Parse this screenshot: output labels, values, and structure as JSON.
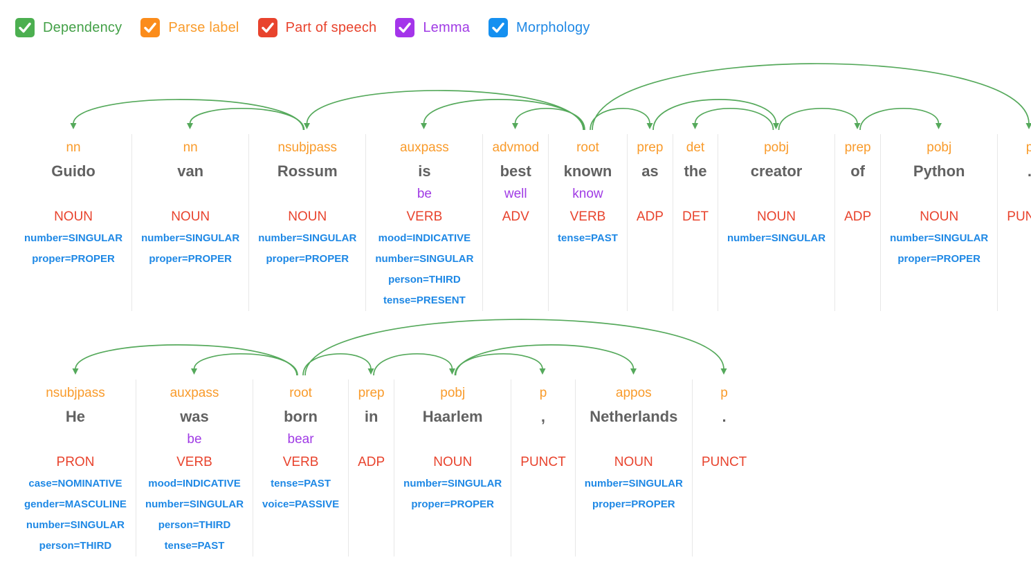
{
  "toggles": [
    {
      "label": "Dependency",
      "color": "#4CAF50",
      "text_color": "#43A047",
      "checked": true
    },
    {
      "label": "Parse label",
      "color": "#FB8C1B",
      "text_color": "#F99B2B",
      "checked": true
    },
    {
      "label": "Part of speech",
      "color": "#E8432D",
      "text_color": "#E8432D",
      "checked": true
    },
    {
      "label": "Lemma",
      "color": "#A435EA",
      "text_color": "#A03BE5",
      "checked": true
    },
    {
      "label": "Morphology",
      "color": "#1590F0",
      "text_color": "#1E88E5",
      "checked": true
    }
  ],
  "colors": {
    "arc": "#55A95B",
    "parse_label": "#F99B2B",
    "part_of_speech": "#E8432D",
    "lemma": "#A03BE5",
    "morphology": "#1E88E5",
    "word": "#616161",
    "separator": "#E7E7E7"
  },
  "sentences": [
    {
      "arc_area_height": 116,
      "tokens": [
        {
          "dep": "nn",
          "word": "Guido",
          "lemma": "",
          "pos": "NOUN",
          "morph": [
            "number=SINGULAR",
            "proper=PROPER"
          ]
        },
        {
          "dep": "nn",
          "word": "van",
          "lemma": "",
          "pos": "NOUN",
          "morph": [
            "number=SINGULAR",
            "proper=PROPER"
          ]
        },
        {
          "dep": "nsubjpass",
          "word": "Rossum",
          "lemma": "",
          "pos": "NOUN",
          "morph": [
            "number=SINGULAR",
            "proper=PROPER"
          ]
        },
        {
          "dep": "auxpass",
          "word": "is",
          "lemma": "be",
          "pos": "VERB",
          "morph": [
            "mood=INDICATIVE",
            "number=SINGULAR",
            "person=THIRD",
            "tense=PRESENT"
          ]
        },
        {
          "dep": "advmod",
          "word": "best",
          "lemma": "well",
          "pos": "ADV",
          "morph": []
        },
        {
          "dep": "root",
          "word": "known",
          "lemma": "know",
          "pos": "VERB",
          "morph": [
            "tense=PAST"
          ]
        },
        {
          "dep": "prep",
          "word": "as",
          "lemma": "",
          "pos": "ADP",
          "morph": []
        },
        {
          "dep": "det",
          "word": "the",
          "lemma": "",
          "pos": "DET",
          "morph": []
        },
        {
          "dep": "pobj",
          "word": "creator",
          "lemma": "",
          "pos": "NOUN",
          "morph": [
            "number=SINGULAR"
          ]
        },
        {
          "dep": "prep",
          "word": "of",
          "lemma": "",
          "pos": "ADP",
          "morph": []
        },
        {
          "dep": "pobj",
          "word": "Python",
          "lemma": "",
          "pos": "NOUN",
          "morph": [
            "number=SINGULAR",
            "proper=PROPER"
          ]
        },
        {
          "dep": "p",
          "word": ".",
          "lemma": "",
          "pos": "PUNCT",
          "morph": []
        }
      ],
      "arcs": [
        {
          "head": 2,
          "dep": 0
        },
        {
          "head": 2,
          "dep": 1
        },
        {
          "head": 5,
          "dep": 2
        },
        {
          "head": 5,
          "dep": 3
        },
        {
          "head": 5,
          "dep": 4
        },
        {
          "head": 5,
          "dep": 6
        },
        {
          "head": 6,
          "dep": 8
        },
        {
          "head": 8,
          "dep": 7
        },
        {
          "head": 8,
          "dep": 9
        },
        {
          "head": 9,
          "dep": 10
        },
        {
          "head": 5,
          "dep": 11
        }
      ]
    },
    {
      "arc_area_height": 94,
      "tokens": [
        {
          "dep": "nsubjpass",
          "word": "He",
          "lemma": "",
          "pos": "PRON",
          "morph": [
            "case=NOMINATIVE",
            "gender=MASCULINE",
            "number=SINGULAR",
            "person=THIRD"
          ]
        },
        {
          "dep": "auxpass",
          "word": "was",
          "lemma": "be",
          "pos": "VERB",
          "morph": [
            "mood=INDICATIVE",
            "number=SINGULAR",
            "person=THIRD",
            "tense=PAST"
          ]
        },
        {
          "dep": "root",
          "word": "born",
          "lemma": "bear",
          "pos": "VERB",
          "morph": [
            "tense=PAST",
            "voice=PASSIVE"
          ]
        },
        {
          "dep": "prep",
          "word": "in",
          "lemma": "",
          "pos": "ADP",
          "morph": []
        },
        {
          "dep": "pobj",
          "word": "Haarlem",
          "lemma": "",
          "pos": "NOUN",
          "morph": [
            "number=SINGULAR",
            "proper=PROPER"
          ]
        },
        {
          "dep": "p",
          "word": ",",
          "lemma": "",
          "pos": "PUNCT",
          "morph": []
        },
        {
          "dep": "appos",
          "word": "Netherlands",
          "lemma": "",
          "pos": "NOUN",
          "morph": [
            "number=SINGULAR",
            "proper=PROPER"
          ]
        },
        {
          "dep": "p",
          "word": ".",
          "lemma": "",
          "pos": "PUNCT",
          "morph": []
        }
      ],
      "arcs": [
        {
          "head": 2,
          "dep": 0
        },
        {
          "head": 2,
          "dep": 1
        },
        {
          "head": 2,
          "dep": 3
        },
        {
          "head": 3,
          "dep": 4
        },
        {
          "head": 4,
          "dep": 5
        },
        {
          "head": 4,
          "dep": 6
        },
        {
          "head": 2,
          "dep": 7
        }
      ]
    }
  ]
}
